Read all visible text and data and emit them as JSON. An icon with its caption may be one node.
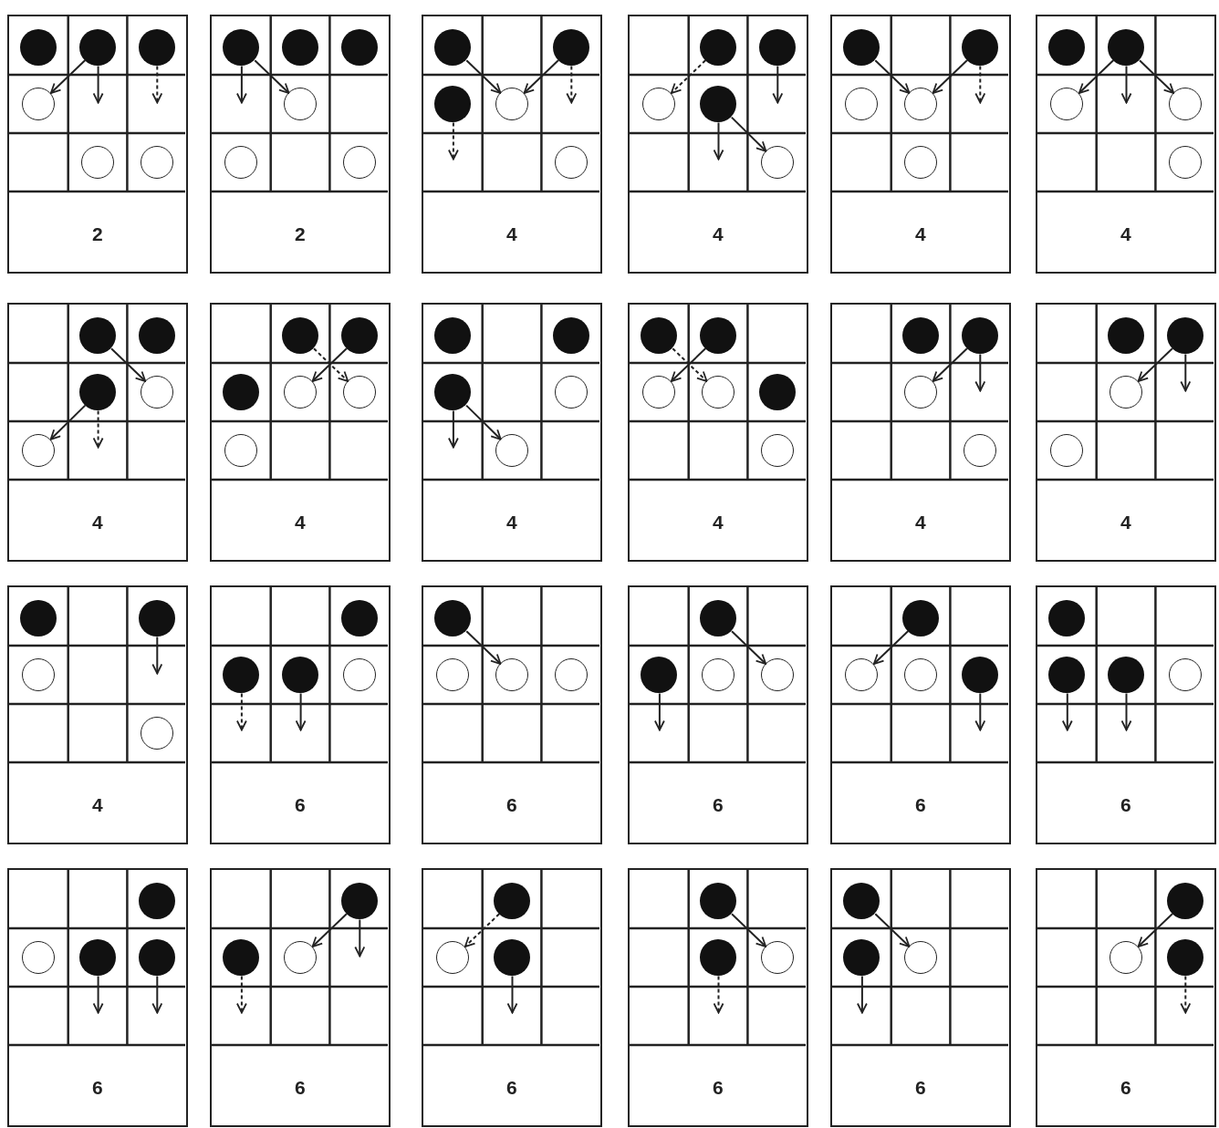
{
  "diagram": {
    "nodes": [
      {
        "text": [
          "2"
        ]
      },
      {
        "text": [],
        "shape": "dot",
        "in": 0
      },
      {
        "text": [],
        "shape": "dot",
        "in": 0
      },
      {
        "text": [],
        "shape": "dot",
        "in": 0
      },
      {
        "text": [],
        "shape": "circle",
        "in": 0
      },
      {
        "text": [],
        "shape": "circle",
        "in": 0
      },
      {
        "text": [],
        "shape": "circle",
        "in": 0
      },
      {
        "text": [
          "2"
        ]
      },
      {
        "text": [],
        "shape": "dot",
        "in": 7
      },
      {
        "text": [],
        "shape": "dot",
        "in": 7
      },
      {
        "text": [],
        "shape": "dot",
        "in": 7
      },
      {
        "text": [],
        "shape": "circle",
        "in": 7
      },
      {
        "text": [],
        "shape": "circle",
        "in": 7
      },
      {
        "text": [],
        "shape": "circle",
        "in": 7
      },
      {
        "text": [
          "4"
        ]
      },
      {
        "text": [],
        "shape": "dot",
        "in": 14
      },
      {
        "text": [],
        "shape": "dot",
        "in": 14
      },
      {
        "text": [],
        "shape": "dot",
        "in": 14
      },
      {
        "text": [],
        "shape": "circle",
        "in": 14
      },
      {
        "text": [],
        "shape": "circle",
        "in": 14
      },
      {
        "text": [
          "4"
        ]
      },
      {
        "text": [],
        "shape": "dot",
        "in": 20
      },
      {
        "text": [],
        "shape": "dot",
        "in": 20
      },
      {
        "text": [],
        "shape": "circle",
        "in": 20
      },
      {
        "text": [],
        "shape": "dot",
        "in": 20
      },
      {
        "text": [],
        "shape": "circle",
        "in": 20
      },
      {
        "text": [
          "4"
        ]
      },
      {
        "text": [],
        "shape": "dot",
        "in": 26
      },
      {
        "text": [],
        "shape": "dot",
        "in": 26
      },
      {
        "text": [],
        "shape": "circle",
        "in": 26
      },
      {
        "text": [],
        "shape": "circle",
        "in": 26
      },
      {
        "text": [],
        "shape": "circle",
        "in": 26
      },
      {
        "text": [
          "4"
        ]
      },
      {
        "text": [],
        "shape": "dot",
        "in": 32
      },
      {
        "text": [],
        "shape": "dot",
        "in": 32
      },
      {
        "text": [],
        "shape": "circle",
        "in": 32
      },
      {
        "text": [],
        "shape": "circle",
        "in": 32
      },
      {
        "text": [],
        "shape": "circle",
        "in": 32
      },
      {
        "text": [
          "4"
        ]
      },
      {
        "text": [],
        "shape": "dot",
        "in": 38
      },
      {
        "text": [],
        "shape": "dot",
        "in": 38
      },
      {
        "text": [],
        "shape": "dot",
        "in": 38
      },
      {
        "text": [],
        "shape": "circle",
        "in": 38
      },
      {
        "text": [],
        "shape": "circle",
        "in": 38
      },
      {
        "text": [
          "4"
        ]
      },
      {
        "text": [],
        "shape": "dot",
        "in": 44
      },
      {
        "text": [],
        "shape": "dot",
        "in": 44
      },
      {
        "text": [],
        "shape": "dot",
        "in": 44
      },
      {
        "text": [],
        "shape": "circle",
        "in": 44
      },
      {
        "text": [],
        "shape": "circle",
        "in": 44
      },
      {
        "text": [],
        "shape": "circle",
        "in": 44
      },
      {
        "text": [
          "4"
        ]
      },
      {
        "text": [],
        "shape": "dot",
        "in": 51
      },
      {
        "text": [],
        "shape": "dot",
        "in": 51
      },
      {
        "text": [],
        "shape": "dot",
        "in": 51
      },
      {
        "text": [],
        "shape": "circle",
        "in": 51
      },
      {
        "text": [],
        "shape": "circle",
        "in": 51
      },
      {
        "text": [
          "4"
        ]
      },
      {
        "text": [],
        "shape": "dot",
        "in": 57
      },
      {
        "text": [],
        "shape": "dot",
        "in": 57
      },
      {
        "text": [],
        "shape": "circle",
        "in": 57
      },
      {
        "text": [],
        "shape": "circle",
        "in": 57
      },
      {
        "text": [],
        "shape": "dot",
        "in": 57
      },
      {
        "text": [],
        "shape": "circle",
        "in": 57
      },
      {
        "text": [
          "4"
        ]
      },
      {
        "text": [],
        "shape": "dot",
        "in": 64
      },
      {
        "text": [],
        "shape": "dot",
        "in": 64
      },
      {
        "text": [],
        "shape": "circle",
        "in": 64
      },
      {
        "text": [],
        "shape": "circle",
        "in": 64
      },
      {
        "text": [
          "4"
        ]
      },
      {
        "text": [],
        "shape": "dot",
        "in": 69
      },
      {
        "text": [],
        "shape": "dot",
        "in": 69
      },
      {
        "text": [],
        "shape": "circle",
        "in": 69
      },
      {
        "text": [],
        "shape": "circle",
        "in": 69
      },
      {
        "text": [
          "4"
        ]
      },
      {
        "text": [],
        "shape": "dot",
        "in": 74
      },
      {
        "text": [],
        "shape": "dot",
        "in": 74
      },
      {
        "text": [],
        "shape": "circle",
        "in": 74
      },
      {
        "text": [],
        "shape": "circle",
        "in": 74
      },
      {
        "text": [
          "6"
        ]
      },
      {
        "text": [],
        "shape": "dot",
        "in": 79
      },
      {
        "text": [],
        "shape": "dot",
        "in": 79
      },
      {
        "text": [],
        "shape": "dot",
        "in": 79
      },
      {
        "text": [],
        "shape": "circle",
        "in": 79
      },
      {
        "text": [
          "6"
        ]
      },
      {
        "text": [],
        "shape": "dot",
        "in": 84
      },
      {
        "text": [],
        "shape": "circle",
        "in": 84
      },
      {
        "text": [],
        "shape": "circle",
        "in": 84
      },
      {
        "text": [],
        "shape": "circle",
        "in": 84
      },
      {
        "text": [
          "6"
        ]
      },
      {
        "text": [],
        "shape": "dot",
        "in": 89
      },
      {
        "text": [],
        "shape": "dot",
        "in": 89
      },
      {
        "text": [],
        "shape": "circle",
        "in": 89
      },
      {
        "text": [],
        "shape": "circle",
        "in": 89
      },
      {
        "text": [
          "6"
        ]
      },
      {
        "text": [],
        "shape": "dot",
        "in": 94
      },
      {
        "text": [],
        "shape": "circle",
        "in": 94
      },
      {
        "text": [],
        "shape": "circle",
        "in": 94
      },
      {
        "text": [],
        "shape": "dot",
        "in": 94
      },
      {
        "text": [
          "6"
        ]
      },
      {
        "text": [],
        "shape": "dot",
        "in": 99
      },
      {
        "text": [],
        "shape": "dot",
        "in": 99
      },
      {
        "text": [],
        "shape": "dot",
        "in": 99
      },
      {
        "text": [],
        "shape": "circle",
        "in": 99
      },
      {
        "text": [
          "6"
        ]
      },
      {
        "text": [],
        "shape": "dot",
        "in": 104
      },
      {
        "text": [],
        "shape": "circle",
        "in": 104
      },
      {
        "text": [],
        "shape": "dot",
        "in": 104
      },
      {
        "text": [],
        "shape": "dot",
        "in": 104
      },
      {
        "text": [
          "6"
        ]
      },
      {
        "text": [],
        "shape": "dot",
        "in": 109
      },
      {
        "text": [],
        "shape": "dot",
        "in": 109
      },
      {
        "text": [],
        "shape": "circle",
        "in": 109
      },
      {
        "text": [
          "6"
        ]
      },
      {
        "text": [],
        "shape": "dot",
        "in": 113
      },
      {
        "text": [],
        "shape": "circle",
        "in": 113
      },
      {
        "text": [],
        "shape": "dot",
        "in": 113
      },
      {
        "text": [
          "6"
        ]
      },
      {
        "text": [],
        "shape": "dot",
        "in": 117
      },
      {
        "text": [],
        "shape": "dot",
        "in": 117
      },
      {
        "text": [],
        "shape": "circle",
        "in": 117
      },
      {
        "text": [
          "6"
        ]
      },
      {
        "text": [],
        "shape": "dot",
        "in": 121
      },
      {
        "text": [],
        "shape": "dot",
        "in": 121
      },
      {
        "text": [],
        "shape": "circle",
        "in": 121
      },
      {
        "text": [
          "6"
        ]
      },
      {
        "text": [],
        "shape": "dot",
        "in": 125
      },
      {
        "text": [],
        "shape": "circle",
        "in": 125
      },
      {
        "text": [],
        "shape": "dot",
        "in": 125
      }
    ],
    "edges": [
      {
        "from": 2,
        "to": 4,
        "arrow": "to"
      },
      {
        "from": 2,
        "to": null,
        "arrow": "to"
      },
      {
        "from": 3,
        "to": null,
        "arrow": "to",
        "style": "dashed"
      },
      {
        "from": 8,
        "to": null,
        "arrow": "to"
      },
      {
        "from": 8,
        "to": 11,
        "arrow": "to"
      },
      {
        "from": 15,
        "to": 18,
        "arrow": "to"
      },
      {
        "from": 16,
        "to": 18,
        "arrow": "to"
      },
      {
        "from": 16,
        "to": null,
        "arrow": "to",
        "style": "dashed"
      },
      {
        "from": 17,
        "to": null,
        "arrow": "to",
        "style": "dashed"
      },
      {
        "from": 21,
        "to": 23,
        "arrow": "to",
        "style": "dashed"
      },
      {
        "from": 22,
        "to": null,
        "arrow": "to"
      },
      {
        "from": 24,
        "to": null,
        "arrow": "to"
      },
      {
        "from": 24,
        "to": 25,
        "arrow": "to"
      },
      {
        "from": 27,
        "to": 30,
        "arrow": "to"
      },
      {
        "from": 28,
        "to": 30,
        "arrow": "to"
      },
      {
        "from": 28,
        "to": null,
        "arrow": "to",
        "style": "dashed"
      },
      {
        "from": 34,
        "to": 35,
        "arrow": "to"
      },
      {
        "from": 34,
        "to": null,
        "arrow": "to"
      },
      {
        "from": 34,
        "to": 36,
        "arrow": "to"
      },
      {
        "from": 39,
        "to": 42,
        "arrow": "to"
      },
      {
        "from": 41,
        "to": 43,
        "arrow": "to"
      },
      {
        "from": 41,
        "to": null,
        "arrow": "to",
        "style": "dashed"
      },
      {
        "from": 46,
        "to": 48,
        "arrow": "to"
      },
      {
        "from": 45,
        "to": 49,
        "arrow": "to",
        "style": "dashed"
      },
      {
        "from": 54,
        "to": null,
        "arrow": "to"
      },
      {
        "from": 54,
        "to": 56,
        "arrow": "to"
      },
      {
        "from": 59,
        "to": 60,
        "arrow": "to"
      },
      {
        "from": 58,
        "to": 61,
        "arrow": "to",
        "style": "dashed"
      },
      {
        "from": 66,
        "to": 67,
        "arrow": "to"
      },
      {
        "from": 66,
        "to": null,
        "arrow": "to"
      },
      {
        "from": 71,
        "to": 72,
        "arrow": "to"
      },
      {
        "from": 71,
        "to": null,
        "arrow": "to"
      },
      {
        "from": 76,
        "to": null,
        "arrow": "to"
      },
      {
        "from": 81,
        "to": null,
        "arrow": "to",
        "style": "dashed"
      },
      {
        "from": 82,
        "to": null,
        "arrow": "to"
      },
      {
        "from": 85,
        "to": 87,
        "arrow": "to"
      },
      {
        "from": 90,
        "to": 93,
        "arrow": "to"
      },
      {
        "from": 91,
        "to": null,
        "arrow": "to"
      },
      {
        "from": 95,
        "to": 96,
        "arrow": "to"
      },
      {
        "from": 98,
        "to": null,
        "arrow": "to"
      },
      {
        "from": 101,
        "to": null,
        "arrow": "to"
      },
      {
        "from": 102,
        "to": null,
        "arrow": "to"
      },
      {
        "from": 107,
        "to": null,
        "arrow": "to"
      },
      {
        "from": 108,
        "to": null,
        "arrow": "to"
      },
      {
        "from": 110,
        "to": 112,
        "arrow": "to"
      },
      {
        "from": 110,
        "to": null,
        "arrow": "to"
      },
      {
        "from": 111,
        "to": null,
        "arrow": "to",
        "style": "dashed"
      },
      {
        "from": 114,
        "to": 115,
        "arrow": "to",
        "style": "dashed"
      },
      {
        "from": 116,
        "to": null,
        "arrow": "to"
      },
      {
        "from": 118,
        "to": 120,
        "arrow": "to"
      },
      {
        "from": 119,
        "to": null,
        "arrow": "to",
        "style": "dashed"
      },
      {
        "from": 122,
        "to": 124,
        "arrow": "to"
      },
      {
        "from": 123,
        "to": null,
        "arrow": "to"
      },
      {
        "from": 126,
        "to": 127,
        "arrow": "to"
      },
      {
        "from": 128,
        "to": null,
        "arrow": "to",
        "style": "dashed"
      }
    ]
  }
}
